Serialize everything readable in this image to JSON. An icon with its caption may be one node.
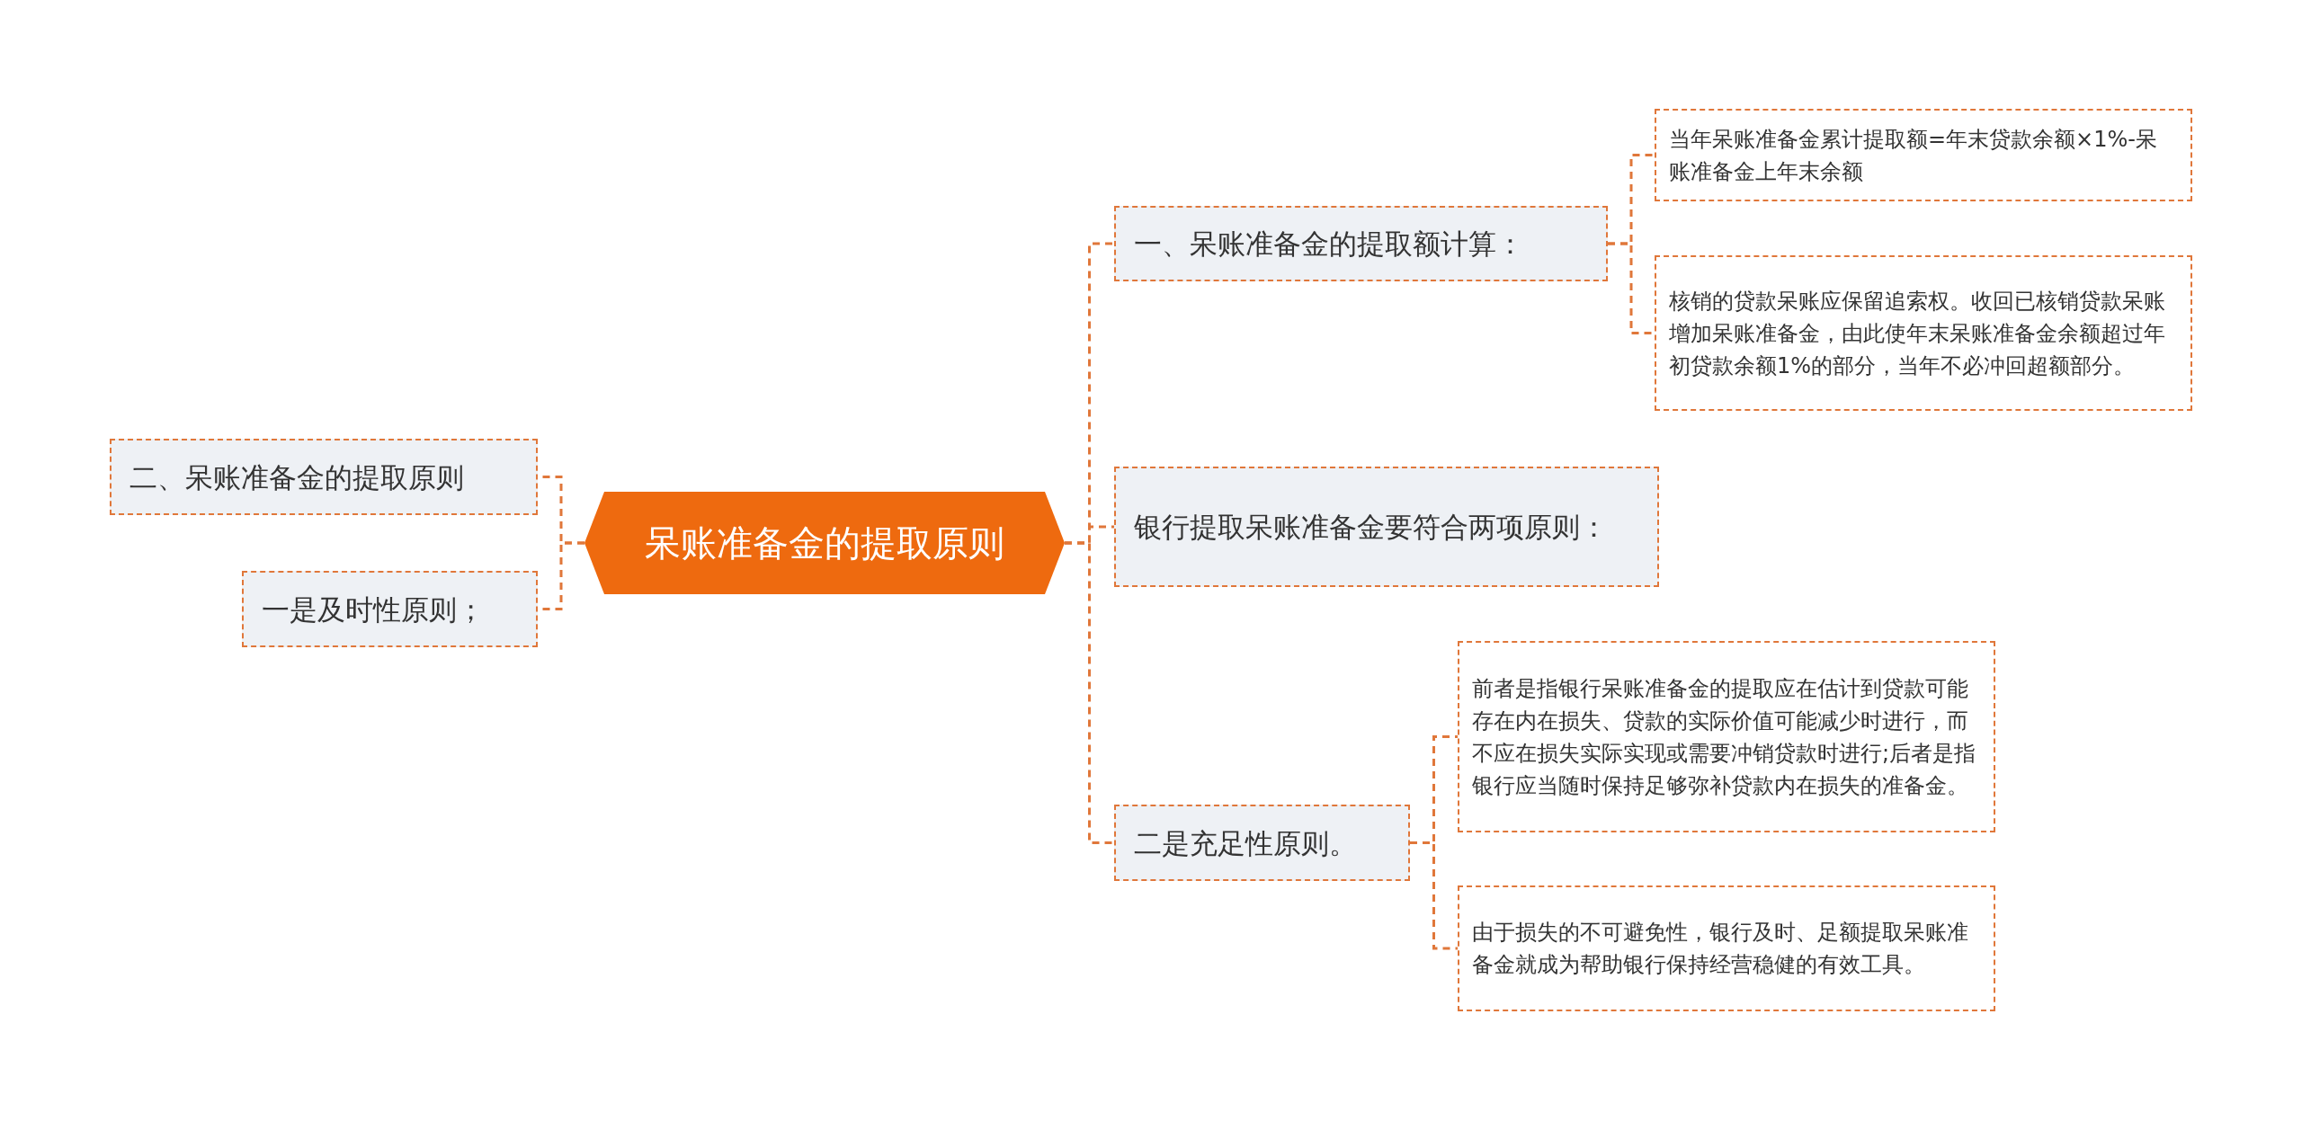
{
  "diagram": {
    "nodes": [
      {
        "text": [
          "呆账准备金的提取原则"
        ]
      },
      {
        "text": [
          "二、呆账准备金的提取原则"
        ]
      },
      {
        "text": [
          "一是及时性原则；"
        ]
      },
      {
        "text": [
          "一、呆账准备金的提取额计算："
        ]
      },
      {
        "text": [
          "当年呆账准备金累计提取额=年末贷款余额×1%-呆账准备金上年末余额"
        ]
      },
      {
        "text": [
          "核销的贷款呆账应保留追索权。收回已核销贷款呆账增加呆账准备金，由此使年末呆账准备金余额超过年初贷款余额1%的部分，当年不必冲回超额部分。"
        ]
      },
      {
        "text": [
          "银行提取呆账准备金要符合两项原则："
        ]
      },
      {
        "text": [
          "二是充足性原则。"
        ]
      },
      {
        "text": [
          "前者是指银行呆账准备金的提取应在估计到贷款可能存在内在损失、贷款的实际价值可能减少时进行，而不应在损失实际实现或需要冲销贷款时进行;后者是指银行应当随时保持足够弥补贷款内在损失的准备金。"
        ]
      },
      {
        "text": [
          "由于损失的不可避免性，银行及时、足额提取呆账准备金就成为帮助银行保持经营稳健的有效工具。"
        ]
      }
    ],
    "edges": [
      {
        "from": 0,
        "to": 1,
        "arrow": "none",
        "style": "dashed"
      },
      {
        "from": 0,
        "to": 2,
        "arrow": "none",
        "style": "dashed"
      },
      {
        "from": 0,
        "to": 3,
        "arrow": "none",
        "style": "dashed"
      },
      {
        "from": 0,
        "to": 6,
        "arrow": "none",
        "style": "dashed"
      },
      {
        "from": 0,
        "to": 7,
        "arrow": "none",
        "style": "dashed"
      },
      {
        "from": 3,
        "to": 4,
        "arrow": "none",
        "style": "dashed"
      },
      {
        "from": 3,
        "to": 5,
        "arrow": "none",
        "style": "dashed"
      },
      {
        "from": 7,
        "to": 8,
        "arrow": "none",
        "style": "dashed"
      },
      {
        "from": 7,
        "to": 9,
        "arrow": "none",
        "style": "dashed"
      }
    ]
  }
}
